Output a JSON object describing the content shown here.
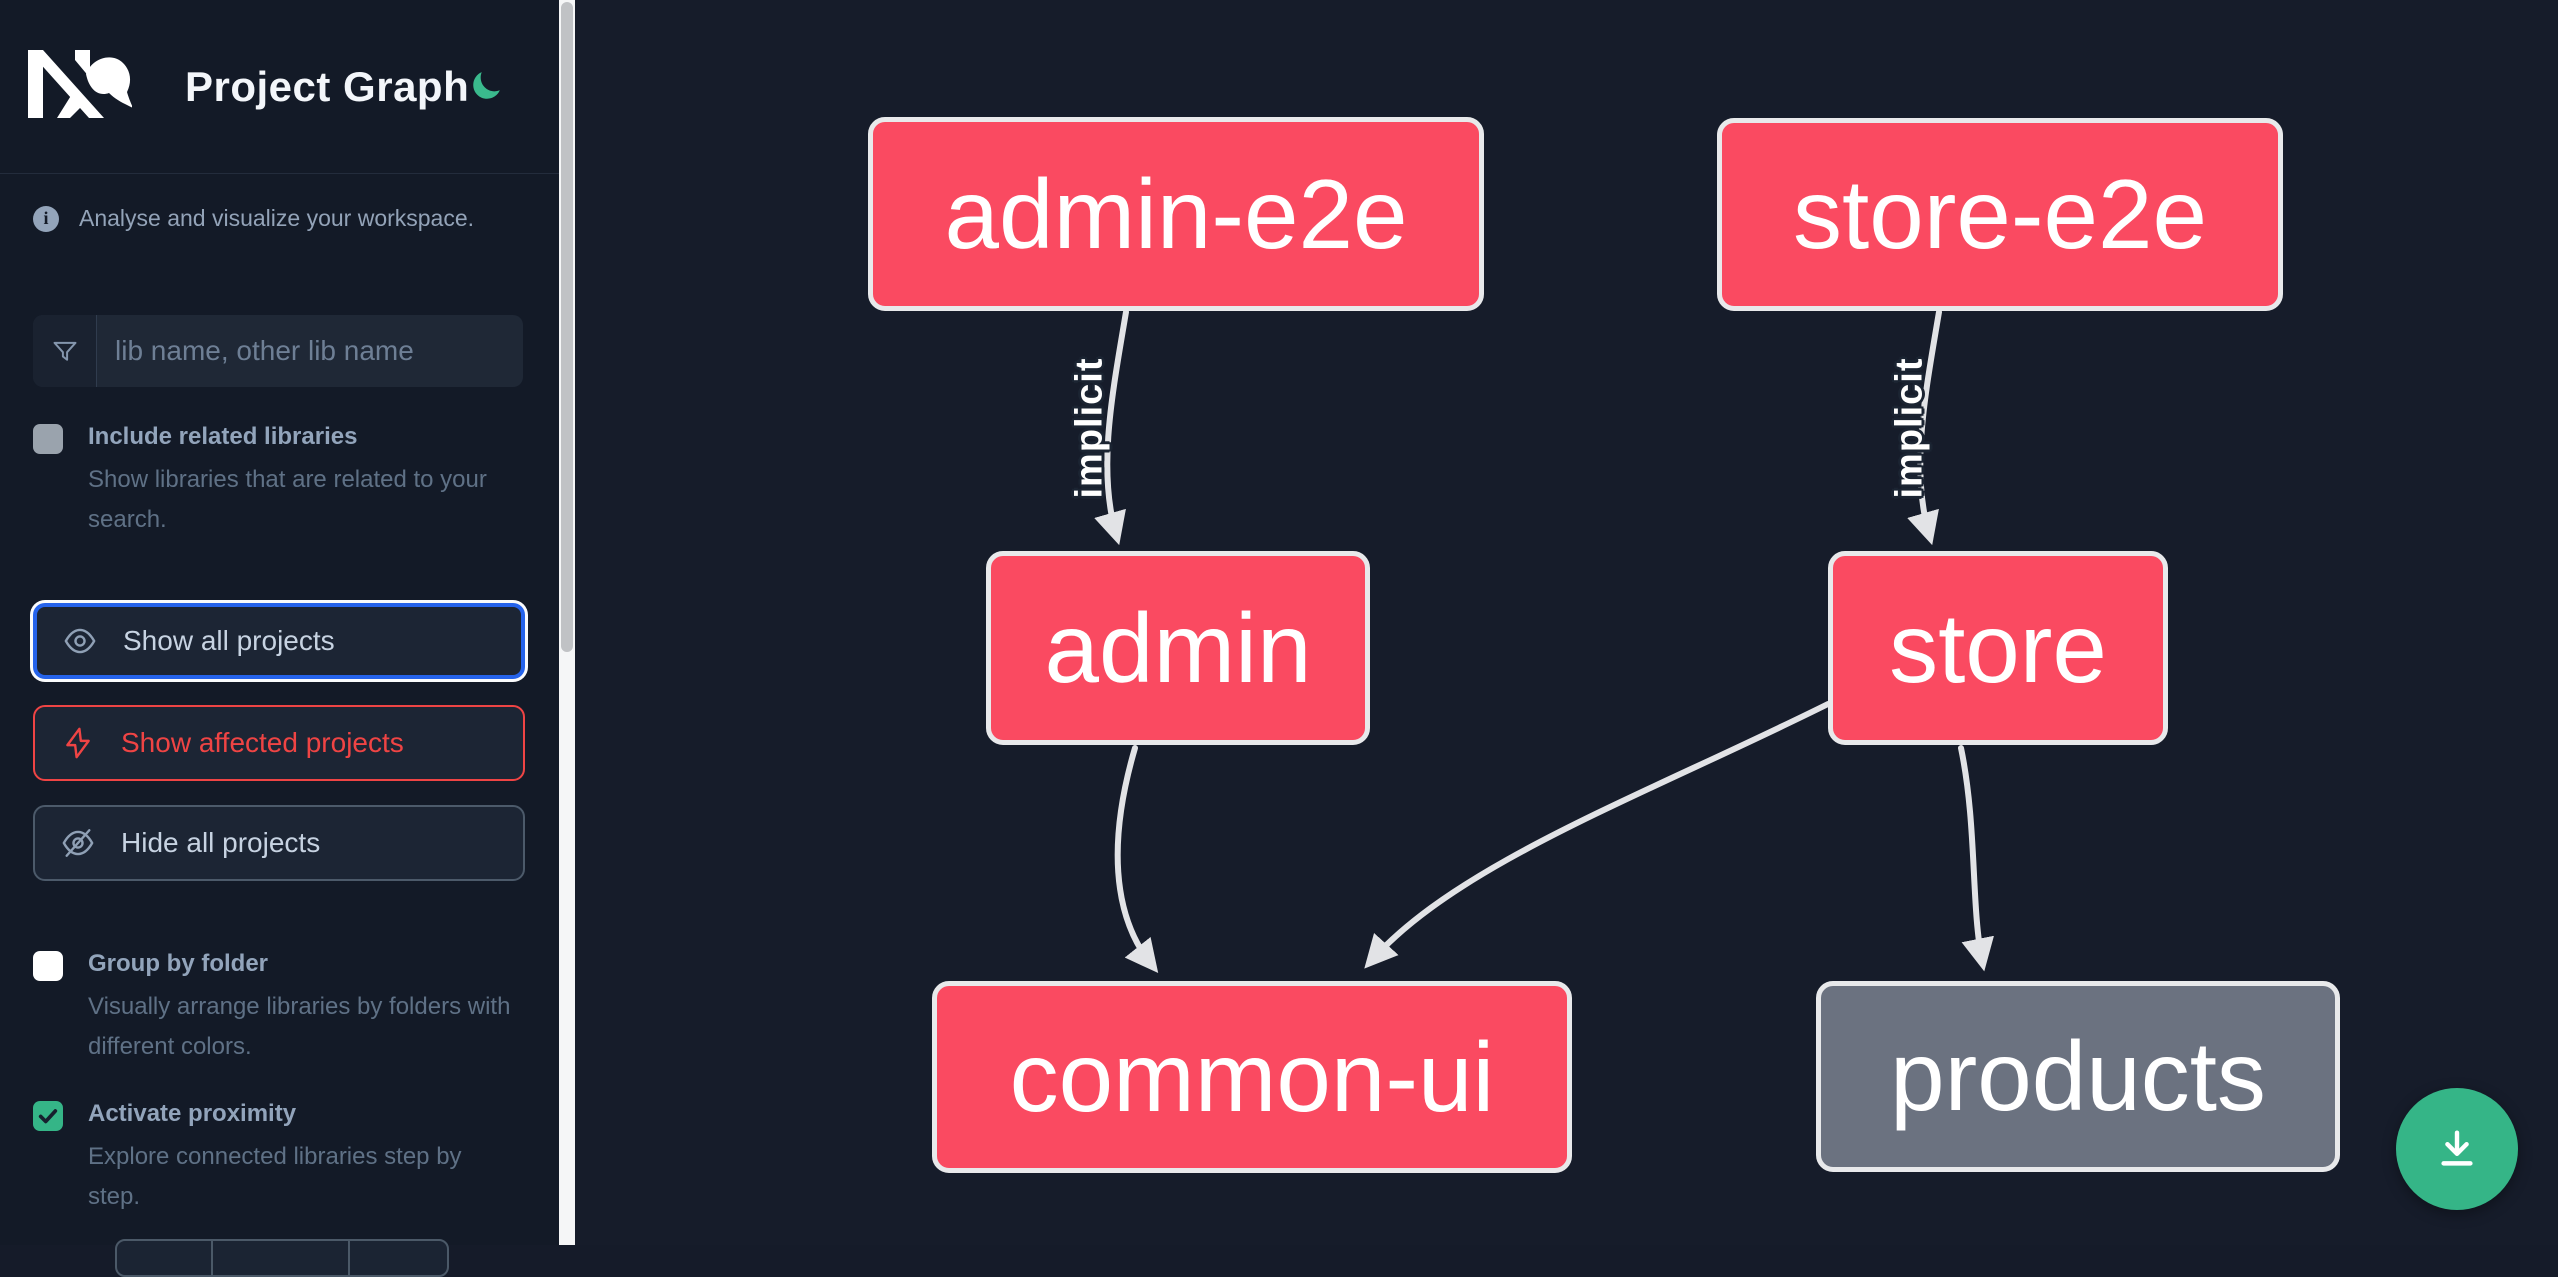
{
  "header": {
    "logo_text": "Nx",
    "title": "Project Graph"
  },
  "sidebar": {
    "tagline": "Analyse and visualize your workspace.",
    "filter": {
      "placeholder": "lib name, other lib name",
      "value": ""
    },
    "toggles": [
      {
        "label": "Include related libraries",
        "description": "Show libraries that are related to your search.",
        "checked": false,
        "state": "disabled"
      },
      {
        "label": "Group by folder",
        "description": "Visually arrange libraries by folders with different colors.",
        "checked": false,
        "state": "enabled"
      },
      {
        "label": "Activate proximity",
        "description": "Explore connected libraries step by step.",
        "checked": true,
        "state": "enabled"
      }
    ],
    "actions": [
      {
        "label": "Show all projects",
        "icon": "eye-icon",
        "variant": "focused-blue"
      },
      {
        "label": "Show affected projects",
        "icon": "bolt-icon",
        "variant": "danger-red"
      },
      {
        "label": "Hide all projects",
        "icon": "eye-off-icon",
        "variant": "default"
      }
    ]
  },
  "graph": {
    "nodes": [
      {
        "id": "admin-e2e",
        "label": "admin-e2e",
        "color": "#fa4a61"
      },
      {
        "id": "store-e2e",
        "label": "store-e2e",
        "color": "#fa4a61"
      },
      {
        "id": "admin",
        "label": "admin",
        "color": "#fa4a61"
      },
      {
        "id": "store",
        "label": "store",
        "color": "#fa4a61"
      },
      {
        "id": "common-ui",
        "label": "common-ui",
        "color": "#fa4a61"
      },
      {
        "id": "products",
        "label": "products",
        "color": "#6b7280"
      }
    ],
    "edges": [
      {
        "from": "admin-e2e",
        "to": "admin",
        "label": "implicit"
      },
      {
        "from": "store-e2e",
        "to": "store",
        "label": "implicit"
      },
      {
        "from": "admin",
        "to": "common-ui",
        "label": ""
      },
      {
        "from": "store",
        "to": "common-ui",
        "label": ""
      },
      {
        "from": "store",
        "to": "products",
        "label": ""
      }
    ]
  },
  "fab": {
    "icon": "download-icon",
    "color": "#35b587"
  },
  "colors": {
    "background": "#161c2a",
    "sidebar": "#131a27",
    "node_affected": "#fa4a61",
    "node_default": "#6b7280",
    "edge": "#e2e3e6",
    "accent_green": "#35b587",
    "accent_blue": "#2563eb",
    "accent_red": "#ef4444"
  }
}
